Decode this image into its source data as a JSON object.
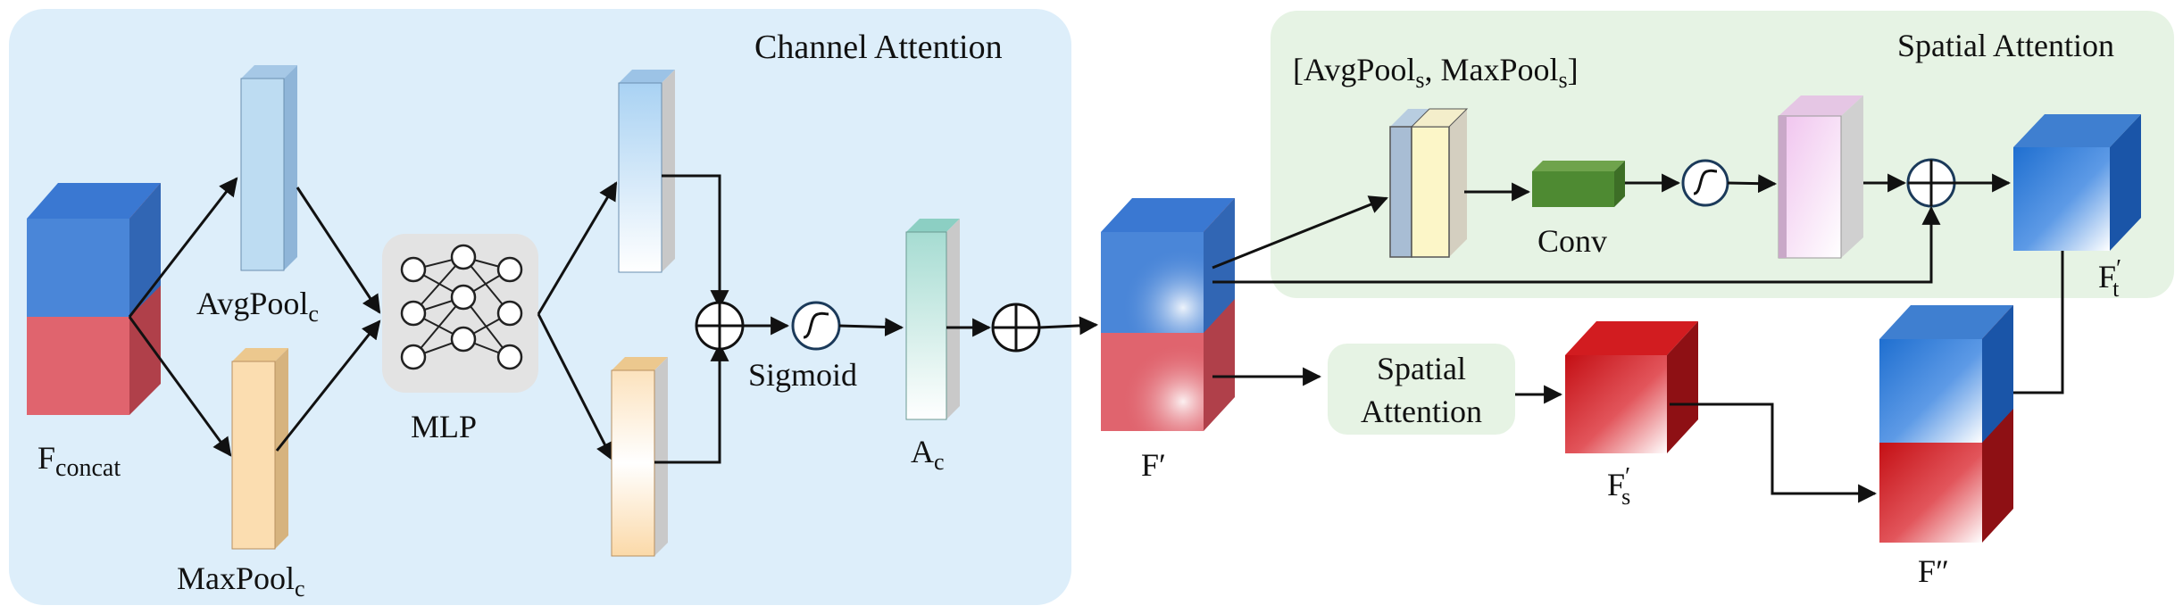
{
  "panels": {
    "channel_title": "Channel Attention",
    "spatial_title": "Spatial Attention"
  },
  "labels": {
    "f_concat": {
      "main": "F",
      "sub": "concat"
    },
    "avgpool_c": {
      "main": "AvgPool",
      "sub": "c"
    },
    "maxpool_c": {
      "main": "MaxPool",
      "sub": "c"
    },
    "mlp": "MLP",
    "sigmoid": "Sigmoid",
    "a_c": {
      "main": "A",
      "sub": "c"
    },
    "f_prime": "F′",
    "pool_concat": {
      "open": "[",
      "avg": "AvgPool",
      "avg_sub": "s",
      "sep": ", ",
      "max": "MaxPool",
      "max_sub": "s",
      "close": "]"
    },
    "conv": "Conv",
    "f_t": {
      "main": "F",
      "sup": "′",
      "sub": "t"
    },
    "spatial_box_line1": "Spatial",
    "spatial_box_line2": "Attention",
    "f_s": {
      "main": "F",
      "sup": "′",
      "sub": "s"
    },
    "f_double": "F″"
  },
  "colors": {
    "channel_bg": "#ddeefa",
    "spatial_bg": "#e6f3e4",
    "blue": "#4a86d8",
    "red": "#e0646e",
    "avgpool": "#bddcf2",
    "maxpool": "#fbddb0",
    "conv": "#4e8a32",
    "pink": "#f4cdf2",
    "yellow": "#fcf6c8",
    "accent_red": "#c81418",
    "accent_blue": "#1e6cc8"
  }
}
